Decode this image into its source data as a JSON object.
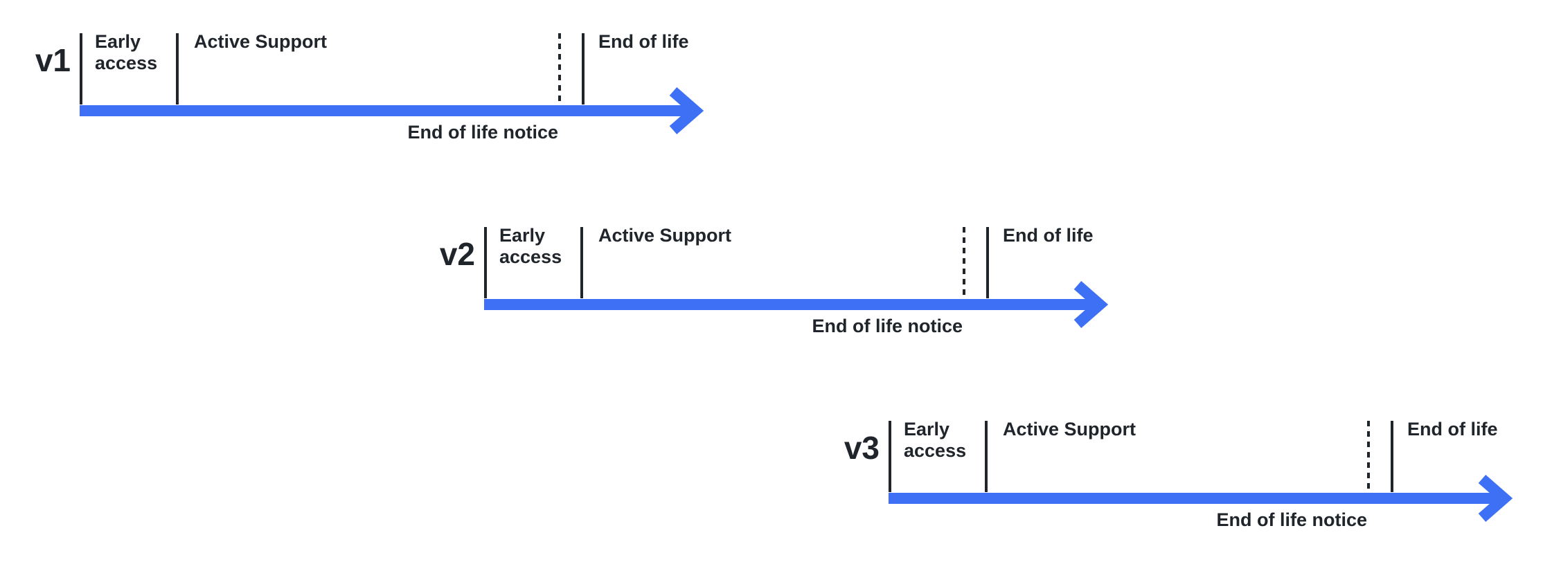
{
  "diagram_type": "release-lifecycle-timeline",
  "colors": {
    "accent_blue": "#3D70F5",
    "ink": "#20242B",
    "background": "#FFFFFF"
  },
  "rows": [
    {
      "version": "v1",
      "labels": {
        "early_access": "Early access",
        "active_support": "Active Support",
        "end_of_life": "End of life",
        "end_of_life_notice": "End of life notice"
      }
    },
    {
      "version": "v2",
      "labels": {
        "early_access": "Early access",
        "active_support": "Active Support",
        "end_of_life": "End of life",
        "end_of_life_notice": "End of life notice"
      }
    },
    {
      "version": "v3",
      "labels": {
        "early_access": "Early access",
        "active_support": "Active Support",
        "end_of_life": "End of life",
        "end_of_life_notice": "End of life notice"
      }
    }
  ]
}
